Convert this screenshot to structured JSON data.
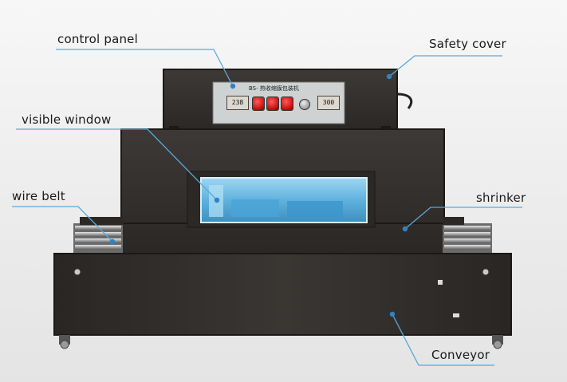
{
  "labels": {
    "control_panel": "control panel",
    "safety_cover": "Safety cover",
    "visible_window": "visible window",
    "wire_belt": "wire belt",
    "shrinker": "shrinker",
    "conveyor": "Conveyor"
  },
  "panel": {
    "model": "BS- 热收缩膜包装机",
    "display_left": "238",
    "display_right": "300"
  },
  "colors": {
    "machine_body": "#34302d",
    "machine_edge": "#1e1b19",
    "leader_line": "#5aa9d6",
    "dot": "#2f83c4",
    "window_glow": "#7fc4e8",
    "panel_plate": "#cfd2d3",
    "button_red": "#d31313"
  }
}
